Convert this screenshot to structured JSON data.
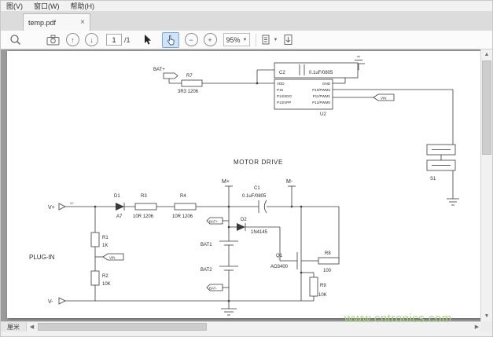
{
  "menu": {
    "items": [
      "图(V)",
      "窗口(W)",
      "帮助(H)"
    ]
  },
  "tabbar": {
    "title": "temp.pdf",
    "close": "×"
  },
  "toolbar": {
    "page_current": "1",
    "page_total": "/1",
    "zoom": "95%"
  },
  "statusbar": {
    "unit": "厘米"
  },
  "watermark": {
    "text": "www.cntronics.com",
    "color": "#a9d57e"
  },
  "schematic": {
    "nets": {
      "bat_plus_top": "BAT+",
      "vin_top": "VIN",
      "vin_left": "VIN",
      "bat_plus": "BAT+",
      "bat_minus": "BAT-",
      "v_plus": "V+",
      "v_plus_small": "V+",
      "v_minus": "V-",
      "m_plus": "M+",
      "m_minus": "M-"
    },
    "titles": {
      "motor_drive": "MOTOR DRIVE",
      "plug_in": "PLUG-IN"
    },
    "components": {
      "r7": {
        "ref": "R7",
        "value": "3R3 1206"
      },
      "c2": {
        "ref": "C2",
        "value": "0.1uF/0805"
      },
      "u2": {
        "ref": "U2",
        "pins_left": [
          "VDD",
          "P15",
          "P14/SDO",
          "P13/VPP"
        ],
        "pins_right": [
          "GND",
          "P10/PWM2",
          "P11/PWM1",
          "P12/PWM0"
        ]
      },
      "s1": {
        "ref": "S1"
      },
      "c1": {
        "ref": "C1",
        "value": "0.1uF/0805"
      },
      "d1": {
        "ref": "D1",
        "value": "A7"
      },
      "r3": {
        "ref": "R3",
        "value": "10R 1206"
      },
      "r4": {
        "ref": "R4",
        "value": "10R 1206"
      },
      "r1": {
        "ref": "R1",
        "value": "1K"
      },
      "r2": {
        "ref": "R2",
        "value": "10K"
      },
      "d2": {
        "ref": "D2",
        "value": "1N4145"
      },
      "bat1": {
        "ref": "BAT1"
      },
      "bat2": {
        "ref": "BAT2"
      },
      "q1": {
        "ref": "Q1",
        "value": "AO3400"
      },
      "r8": {
        "ref": "R8",
        "value": "100"
      },
      "r9": {
        "ref": "R9",
        "value": "10K"
      }
    }
  }
}
